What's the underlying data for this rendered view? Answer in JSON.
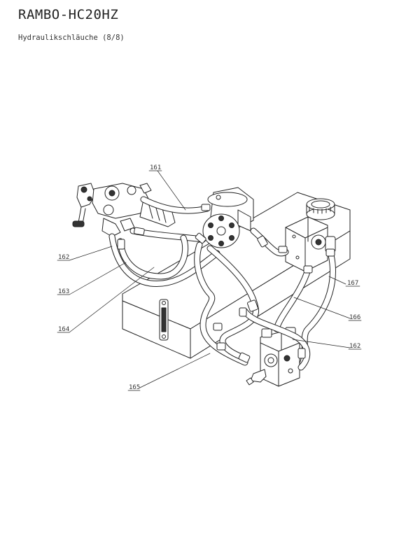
{
  "header": {
    "title": "RAMBO-HC20HZ",
    "subtitle": "Hydraulikschläuche (8/8)"
  },
  "callouts": [
    {
      "id": "c161",
      "label": "161"
    },
    {
      "id": "c162a",
      "label": "162"
    },
    {
      "id": "c163",
      "label": "163"
    },
    {
      "id": "c164",
      "label": "164"
    },
    {
      "id": "c165",
      "label": "165"
    },
    {
      "id": "c166",
      "label": "166"
    },
    {
      "id": "c167",
      "label": "167"
    },
    {
      "id": "c162b",
      "label": "162"
    }
  ]
}
